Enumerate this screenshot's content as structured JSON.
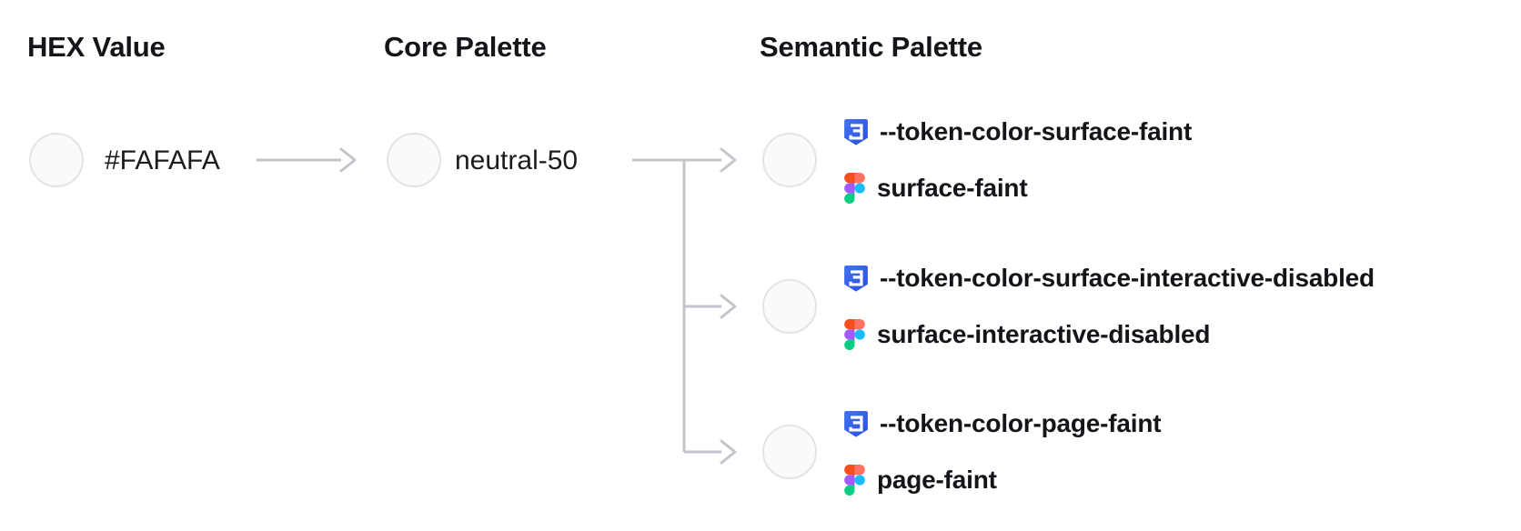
{
  "diagram": {
    "headings": {
      "hex": "HEX Value",
      "core": "Core Palette",
      "semantic": "Semantic Palette"
    },
    "hex": {
      "value": "#FAFAFA",
      "swatch_color": "#FAFAFA"
    },
    "core": {
      "name": "neutral-50",
      "swatch_color": "#FAFAFA"
    },
    "semantic": {
      "tokens": [
        {
          "css_variable": "--token-color-surface-faint",
          "figma_style": "surface-faint",
          "swatch_color": "#FAFAFA"
        },
        {
          "css_variable": "--token-color-surface-interactive-disabled",
          "figma_style": "surface-interactive-disabled",
          "swatch_color": "#FAFAFA"
        },
        {
          "css_variable": "--token-color-page-faint",
          "figma_style": "page-faint",
          "swatch_color": "#FAFAFA"
        }
      ]
    },
    "icons": {
      "css": "css3-shield-icon",
      "figma": "figma-logo-icon"
    },
    "colors": {
      "swatch_fill": "#FAFAFA",
      "swatch_border": "#E4E4E7",
      "arrow": "#C3C5CD",
      "text": "#141519",
      "css_icon_blue": "#2E58E8",
      "figma_orange": "#F24E1E",
      "figma_salmon": "#FF7262",
      "figma_purple": "#A259FF",
      "figma_blue": "#1ABCFE",
      "figma_green": "#0ACF83"
    }
  }
}
